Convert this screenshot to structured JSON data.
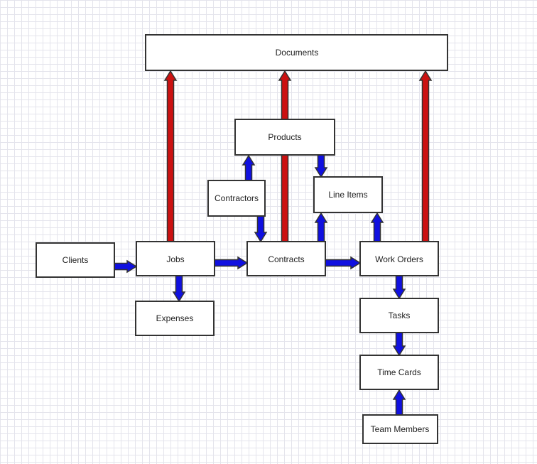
{
  "colors": {
    "dependency": "#1010e0",
    "document_link": "#cc1111",
    "outline": "#333333"
  },
  "nodes": {
    "documents": "Documents",
    "products": "Products",
    "contractors": "Contractors",
    "line_items": "Line Items",
    "clients": "Clients",
    "jobs": "Jobs",
    "contracts": "Contracts",
    "work_orders": "Work Orders",
    "expenses": "Expenses",
    "tasks": "Tasks",
    "time_cards": "Time Cards",
    "team_members": "Team Members"
  },
  "edges": [
    {
      "from": "jobs",
      "to": "documents",
      "kind": "document_link"
    },
    {
      "from": "contracts",
      "to": "documents",
      "kind": "document_link"
    },
    {
      "from": "work_orders",
      "to": "documents",
      "kind": "document_link"
    },
    {
      "from": "contractors",
      "to": "products",
      "kind": "dependency"
    },
    {
      "from": "products",
      "to": "line_items",
      "kind": "dependency"
    },
    {
      "from": "contractors",
      "to": "contracts",
      "kind": "dependency"
    },
    {
      "from": "contracts",
      "to": "line_items",
      "kind": "dependency"
    },
    {
      "from": "work_orders",
      "to": "line_items",
      "kind": "dependency"
    },
    {
      "from": "clients",
      "to": "jobs",
      "kind": "dependency"
    },
    {
      "from": "jobs",
      "to": "contracts",
      "kind": "dependency"
    },
    {
      "from": "contracts",
      "to": "work_orders",
      "kind": "dependency"
    },
    {
      "from": "jobs",
      "to": "expenses",
      "kind": "dependency"
    },
    {
      "from": "work_orders",
      "to": "tasks",
      "kind": "dependency"
    },
    {
      "from": "tasks",
      "to": "time_cards",
      "kind": "dependency"
    },
    {
      "from": "team_members",
      "to": "time_cards",
      "kind": "dependency"
    }
  ]
}
